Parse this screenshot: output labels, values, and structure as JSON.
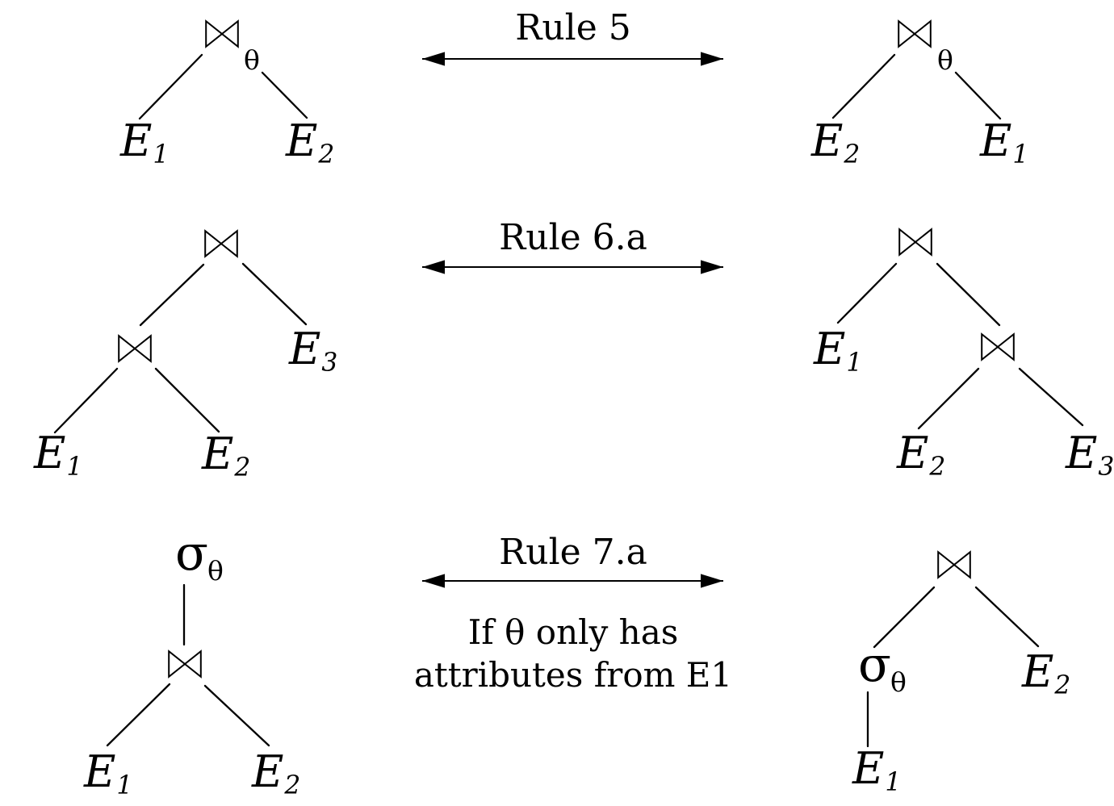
{
  "colors": {
    "ink": "#000000",
    "background": "#ffffff"
  },
  "glyphs": {
    "join": "⋈",
    "selection": "σ",
    "theta": "θ"
  },
  "rows": [
    {
      "rule": "Rule 5",
      "condition_lines": [],
      "left_tree": {
        "root_operator": "join",
        "root_subscript": "θ",
        "leaves": [
          {
            "base": "E",
            "sub": "1"
          },
          {
            "base": "E",
            "sub": "2"
          }
        ]
      },
      "right_tree": {
        "root_operator": "join",
        "root_subscript": "θ",
        "leaves": [
          {
            "base": "E",
            "sub": "2"
          },
          {
            "base": "E",
            "sub": "1"
          }
        ]
      }
    },
    {
      "rule": "Rule 6.a",
      "condition_lines": [],
      "left_tree": {
        "root_operator": "join",
        "inner_operator": "join",
        "leaves": [
          {
            "base": "E",
            "sub": "1"
          },
          {
            "base": "E",
            "sub": "2"
          },
          {
            "base": "E",
            "sub": "3"
          }
        ]
      },
      "right_tree": {
        "root_operator": "join",
        "inner_operator": "join",
        "leaves": [
          {
            "base": "E",
            "sub": "1"
          },
          {
            "base": "E",
            "sub": "2"
          },
          {
            "base": "E",
            "sub": "3"
          }
        ]
      }
    },
    {
      "rule": "Rule 7.a",
      "condition_lines": [
        "If θ only has",
        "attributes from E1"
      ],
      "left_tree": {
        "root_operator": "selection",
        "selection": {
          "base": "σ",
          "sub": "θ"
        },
        "inner_operator": "join",
        "leaves": [
          {
            "base": "E",
            "sub": "1"
          },
          {
            "base": "E",
            "sub": "2"
          }
        ]
      },
      "right_tree": {
        "root_operator": "join",
        "selection": {
          "base": "σ",
          "sub": "θ"
        },
        "leaves": [
          {
            "base": "E",
            "sub": "1"
          },
          {
            "base": "E",
            "sub": "2"
          }
        ]
      }
    }
  ]
}
